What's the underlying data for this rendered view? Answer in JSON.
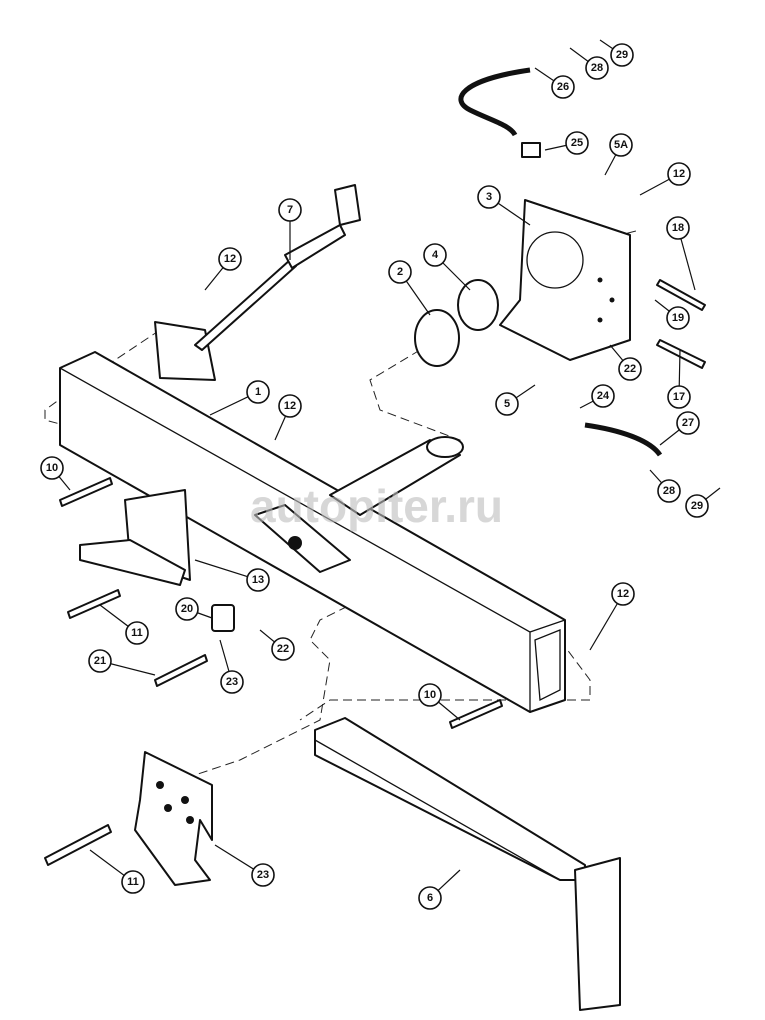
{
  "watermark": "autopiter.ru",
  "callouts": [
    {
      "label": "29"
    },
    {
      "label": "28"
    },
    {
      "label": "26"
    },
    {
      "label": "25"
    },
    {
      "label": "5A"
    },
    {
      "label": "12"
    },
    {
      "label": "3"
    },
    {
      "label": "18"
    },
    {
      "label": "4"
    },
    {
      "label": "2"
    },
    {
      "label": "12"
    },
    {
      "label": "7"
    },
    {
      "label": "19"
    },
    {
      "label": "22"
    },
    {
      "label": "17"
    },
    {
      "label": "5"
    },
    {
      "label": "24"
    },
    {
      "label": "1"
    },
    {
      "label": "12"
    },
    {
      "label": "27"
    },
    {
      "label": "10"
    },
    {
      "label": "28"
    },
    {
      "label": "29"
    },
    {
      "label": "13"
    },
    {
      "label": "11"
    },
    {
      "label": "20"
    },
    {
      "label": "22"
    },
    {
      "label": "12"
    },
    {
      "label": "21"
    },
    {
      "label": "23"
    },
    {
      "label": "10"
    },
    {
      "label": "23"
    },
    {
      "label": "11"
    },
    {
      "label": "6"
    }
  ]
}
